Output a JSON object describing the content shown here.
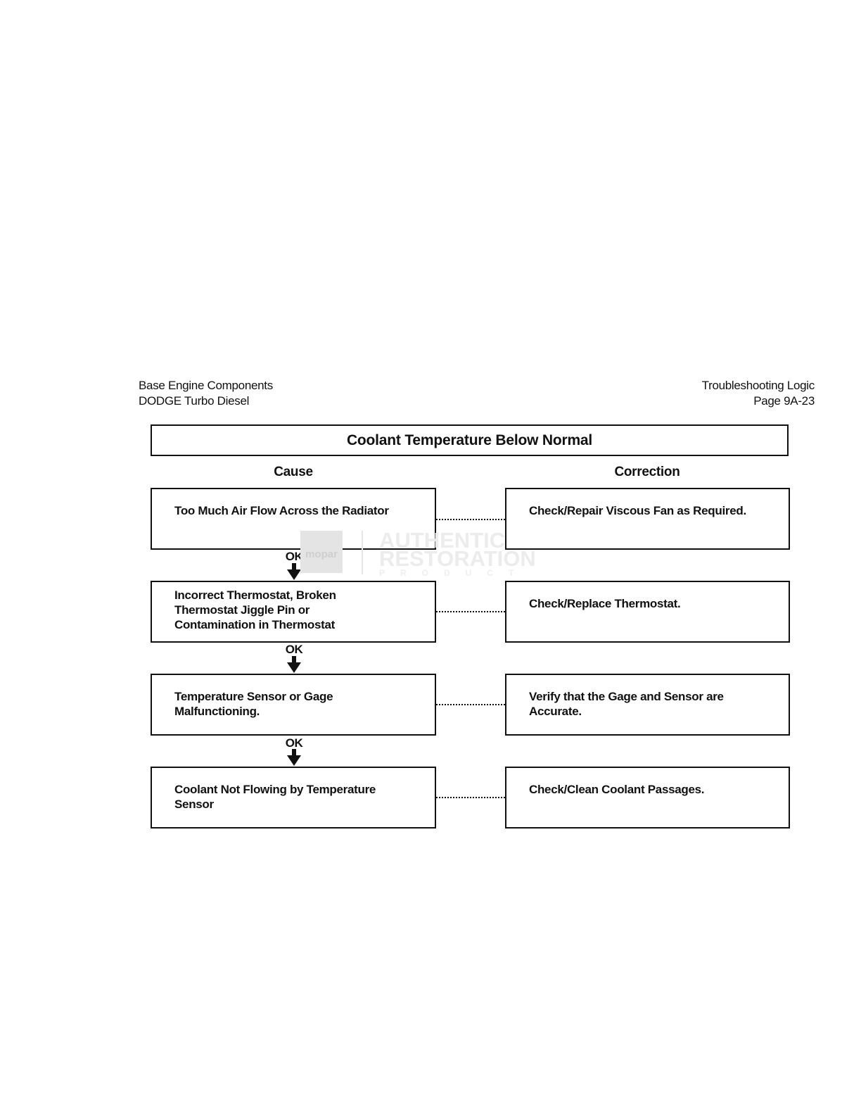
{
  "header": {
    "left_line1": "Base Engine Components",
    "left_line2": "DODGE Turbo Diesel",
    "right_line1": "Troubleshooting Logic",
    "right_line2": "Page 9A-23"
  },
  "title": "Coolant Temperature Below Normal",
  "columns": {
    "cause": "Cause",
    "correction": "Correction"
  },
  "rows": [
    {
      "cause": [
        "Too Much Air Flow Across the Radiator"
      ],
      "correction": [
        "Check/Repair Viscous Fan as Required."
      ]
    },
    {
      "cause": [
        "Incorrect Thermostat, Broken",
        "Thermostat Jiggle Pin or",
        "Contamination in Thermostat"
      ],
      "correction": [
        "Check/Replace Thermostat."
      ]
    },
    {
      "cause": [
        "Temperature Sensor or Gage",
        "Malfunctioning."
      ],
      "correction": [
        "Verify that the Gage and Sensor are",
        "Accurate."
      ]
    },
    {
      "cause": [
        "Coolant Not Flowing by Temperature",
        "Sensor"
      ],
      "correction": [
        "Check/Clean Coolant Passages."
      ]
    }
  ],
  "ok_labels": [
    "OK",
    "OK",
    "OK"
  ],
  "watermark": {
    "logo_text": "mopar",
    "line1": "AUTHENTIC",
    "line2": "RESTORATION",
    "line3": "PRODUCT"
  }
}
